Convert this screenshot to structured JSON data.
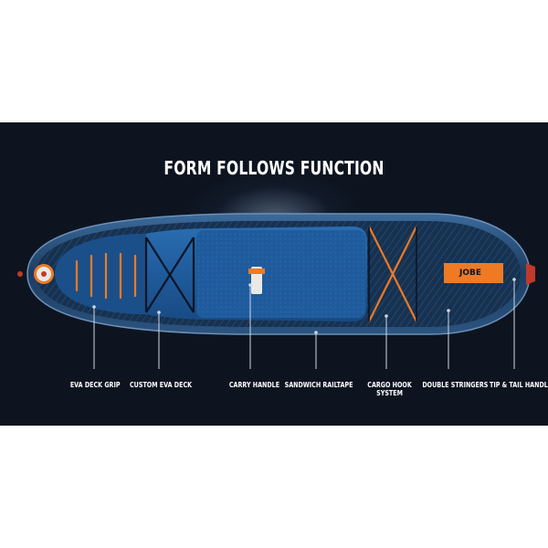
{
  "title": "FORM FOLLOWS FUNCTION",
  "brand": "JOBE",
  "callouts": {
    "eva_deck_grip": "EVA DECK GRIP",
    "custom_eva_deck": "CUSTOM EVA DECK",
    "carry_handle": "CARRY HANDLE",
    "sandwich_railtape": "SANDWICH RAILTAPE",
    "cargo_hook_line1": "CARGO HOOK",
    "cargo_hook_line2": "SYSTEM",
    "double_stringers": "DOUBLE STRINGERS",
    "tip_tail_handle": "TIP & TAIL HANDLE"
  },
  "colors": {
    "background": "#0d1420",
    "board_blue": "#1f5b9c",
    "deck_navy": "#163252",
    "accent_orange": "#f07a24"
  }
}
